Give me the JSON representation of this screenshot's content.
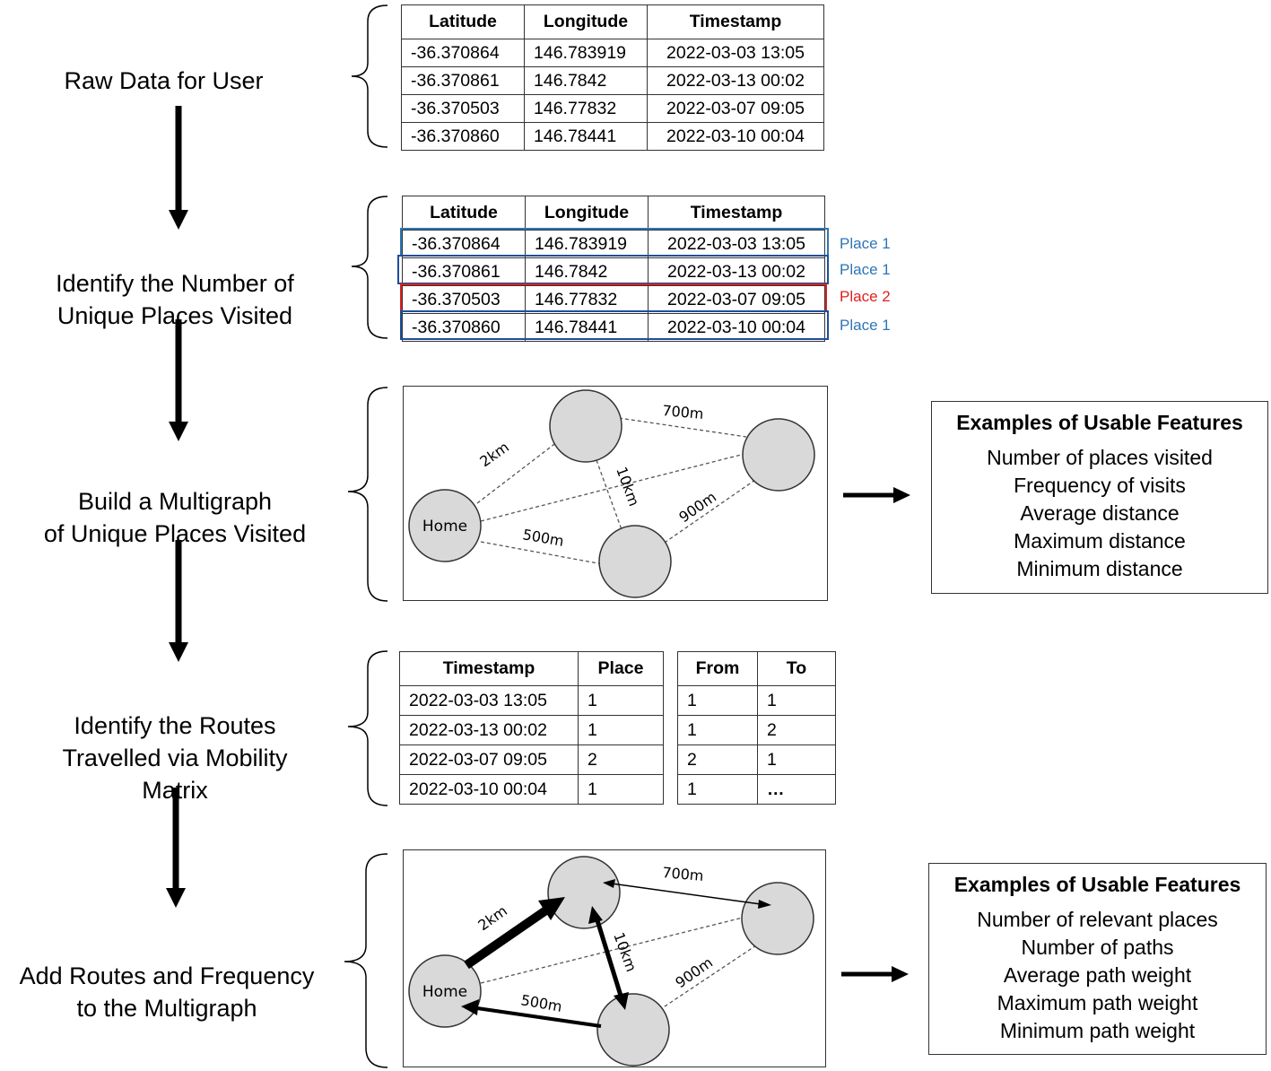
{
  "steps": [
    "Raw Data for User",
    "Identify the Number of\nUnique Places Visited",
    "Build a Multigraph\nof Unique Places Visited",
    "Identify the Routes\nTravelled via Mobility\nMatrix",
    "Add Routes and Frequency\nto the Multigraph"
  ],
  "raw_table": {
    "headers": [
      "Latitude",
      "Longitude",
      "Timestamp"
    ],
    "rows": [
      [
        "-36.370864",
        "146.783919",
        "2022-03-03 13:05"
      ],
      [
        "-36.370861",
        "146.7842",
        "2022-03-13 00:02"
      ],
      [
        "-36.370503",
        "146.77832",
        "2022-03-07 09:05"
      ],
      [
        "-36.370860",
        "146.78441",
        "2022-03-10 00:04"
      ]
    ]
  },
  "places_table": {
    "headers": [
      "Latitude",
      "Longitude",
      "Timestamp"
    ],
    "rows": [
      [
        "-36.370864",
        "146.783919",
        "2022-03-03 13:05"
      ],
      [
        "-36.370861",
        "146.7842",
        "2022-03-13 00:02"
      ],
      [
        "-36.370503",
        "146.77832",
        "2022-03-07 09:05"
      ],
      [
        "-36.370860",
        "146.78441",
        "2022-03-10 00:04"
      ]
    ],
    "place_labels": [
      "Place 1",
      "Place 1",
      "Place 2",
      "Place 1"
    ],
    "place_colors": [
      "#2e75b6",
      "#2e75b6",
      "#e02020",
      "#2e75b6"
    ]
  },
  "graph1": {
    "home_label": "Home",
    "edge_labels": [
      "700m",
      "2km",
      "10km",
      "900m",
      "500m"
    ]
  },
  "features1": {
    "title": "Examples of Usable Features",
    "items": [
      "Number of places visited",
      "Frequency of visits",
      "Average distance",
      "Maximum distance",
      "Minimum distance"
    ]
  },
  "mobility_table": {
    "headers": [
      "Timestamp",
      "Place"
    ],
    "rows": [
      [
        "2022-03-03 13:05",
        "1"
      ],
      [
        "2022-03-13 00:02",
        "1"
      ],
      [
        "2022-03-07 09:05",
        "2"
      ],
      [
        "2022-03-10 00:04",
        "1"
      ]
    ]
  },
  "matrix_table": {
    "headers": [
      "From",
      "To"
    ],
    "rows": [
      [
        "1",
        "1"
      ],
      [
        "1",
        "2"
      ],
      [
        "2",
        "1"
      ],
      [
        "1",
        "…"
      ]
    ]
  },
  "graph2": {
    "home_label": "Home",
    "edge_labels": [
      "700m",
      "2km",
      "10km",
      "900m",
      "500m"
    ]
  },
  "features2": {
    "title": "Examples of Usable Features",
    "items": [
      "Number of relevant places",
      "Number of paths",
      "Average path weight",
      "Maximum path weight",
      "Minimum path weight"
    ]
  }
}
